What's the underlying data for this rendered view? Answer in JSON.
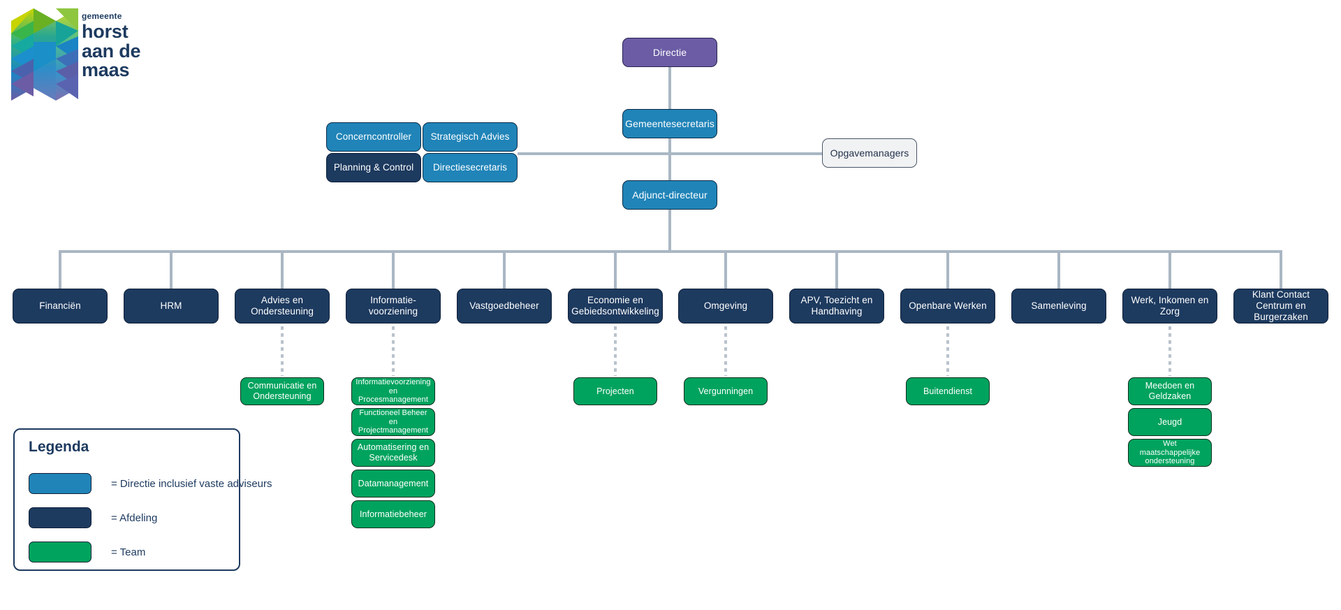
{
  "logo": {
    "organisation_sub": "gemeente",
    "organisation_name_line1": "horst",
    "organisation_name_line2": "aan de",
    "organisation_name_line3": "maas",
    "alt": "logo-gemeente-horst-aan-de-maas"
  },
  "colors": {
    "directie": "#6b5ca5",
    "advisor_blue": "#2084b8",
    "afdeling_navy": "#1d3a5f",
    "team_green": "#00a35e",
    "opgavemanagers_gray": "#f1f2f3",
    "connector": "#aab7c4",
    "dotted_connector": "#b9c3cd",
    "legend_border": "#1d3a5f"
  },
  "top": {
    "directie": "Directie",
    "gemeentesecretaris": "Gemeentesecretaris",
    "adjunct_directeur": "Adjunct-directeur",
    "opgavemanagers": "Opgavemanagers"
  },
  "advisors": [
    {
      "label": "Concerncontroller",
      "type": "blue"
    },
    {
      "label": "Strategisch Advies",
      "type": "blue"
    },
    {
      "label": "Planning & Control",
      "type": "navy"
    },
    {
      "label": "Directiesecretaris",
      "type": "blue"
    }
  ],
  "departments": [
    {
      "label": "Financiën",
      "teams": []
    },
    {
      "label": "HRM",
      "teams": []
    },
    {
      "label": "Advies en Ondersteuning",
      "teams": [
        "Communicatie en Ondersteuning"
      ]
    },
    {
      "label": "Informatie-voorziening",
      "teams": [
        "Informatievoorziening en Procesmanagement",
        "Functioneel Beheer en Projectmanagement",
        "Automatisering en Servicedesk",
        "Datamanagement",
        "Informatiebeheer"
      ]
    },
    {
      "label": "Vastgoedbeheer",
      "teams": []
    },
    {
      "label": "Economie en Gebiedsontwikkeling",
      "teams": [
        "Projecten"
      ]
    },
    {
      "label": "Omgeving",
      "teams": [
        "Vergunningen"
      ]
    },
    {
      "label": "APV, Toezicht en Handhaving",
      "teams": []
    },
    {
      "label": "Openbare Werken",
      "teams": [
        "Buitendienst"
      ]
    },
    {
      "label": "Samenleving",
      "teams": []
    },
    {
      "label": "Werk, Inkomen en Zorg",
      "teams": [
        "Meedoen en Geldzaken",
        "Jeugd",
        "Wet maatschappelijke ondersteuning"
      ]
    },
    {
      "label": "Klant Contact Centrum en Burgerzaken",
      "teams": []
    }
  ],
  "legend": {
    "title": "Legenda",
    "items": [
      {
        "swatch": "blue",
        "label": "= Directie inclusief vaste adviseurs"
      },
      {
        "swatch": "navy",
        "label": "= Afdeling"
      },
      {
        "swatch": "green",
        "label": "= Team"
      }
    ]
  }
}
